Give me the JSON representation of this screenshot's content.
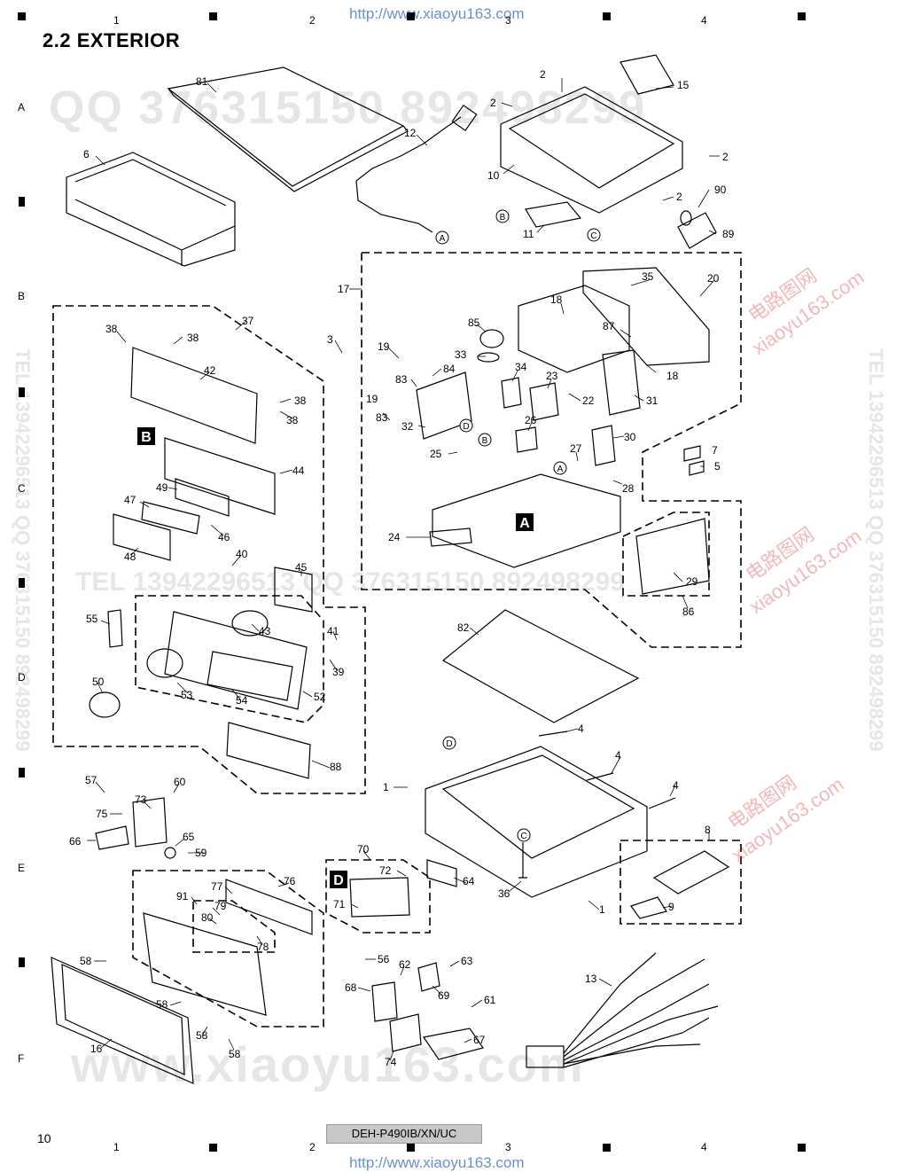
{
  "header": {
    "title": "2.2  EXTERIOR",
    "url": "http://www.xiaoyu163.com"
  },
  "footer": {
    "page_number": "10",
    "model": "DEH-P490IB/XN/UC",
    "url": "http://www.xiaoyu163.com"
  },
  "column_numbers": [
    "1",
    "2",
    "3",
    "4"
  ],
  "row_letters": [
    "A",
    "B",
    "C",
    "D",
    "E",
    "F"
  ],
  "watermarks": {
    "qq": "QQ 376315150  892498299",
    "tel_qq": "TEL  13942296513         QQ  376315150  892498299",
    "site": "www.xiaoyu163.com",
    "vertical_left": "TEL 13942296513  QQ 376315150  892498299",
    "vertical_right": "TEL 13942296513  QQ 376315150  892498299",
    "cn_1": "电路图网",
    "cn_2": "xiaoyu163.com"
  },
  "assembly_markers": {
    "A": "A",
    "B": "B",
    "D": "D"
  },
  "connector_refs": {
    "a": "A",
    "b": "B",
    "c": "C",
    "d": "D"
  },
  "part_labels": {
    "p81": "81",
    "p6": "6",
    "p12": "12",
    "p15": "15",
    "p10": "10",
    "p11": "11",
    "p90": "90",
    "p89": "89",
    "p17": "17",
    "p35": "35",
    "p20": "20",
    "p18a": "18",
    "p18b": "18",
    "p87": "87",
    "p85": "85",
    "p33": "33",
    "p34": "34",
    "p23": "23",
    "p22": "22",
    "p31": "31",
    "p26": "26",
    "p30": "30",
    "p27": "27",
    "p28": "28",
    "p3": "3",
    "p19a": "19",
    "p19b": "19",
    "p84": "84",
    "p83a": "83",
    "p83b": "83",
    "p32": "32",
    "p25": "25",
    "p24": "24",
    "p7": "7",
    "p5": "5",
    "p29": "29",
    "p86": "86",
    "p82": "82",
    "p37": "37",
    "p38a": "38",
    "p38b": "38",
    "p38c": "38",
    "p38d": "38",
    "p42": "42",
    "p44": "44",
    "p49": "49",
    "p47": "47",
    "p46": "46",
    "p48": "48",
    "p40": "40",
    "p45": "45",
    "p55": "55",
    "p43": "43",
    "p41": "41",
    "p39": "39",
    "p50": "50",
    "p53": "53",
    "p54": "54",
    "p52": "52",
    "p88": "88",
    "p4a": "4",
    "p4b": "4",
    "p4c": "4",
    "p1a": "1",
    "p1b": "1",
    "p36": "36",
    "p8": "8",
    "p9": "9",
    "p57": "57",
    "p73": "73",
    "p60": "60",
    "p75": "75",
    "p66": "66",
    "p65": "65",
    "p59": "59",
    "p70": "70",
    "p72": "72",
    "p71": "71",
    "p64": "64",
    "p91": "91",
    "p77": "77",
    "p76": "76",
    "p79": "79",
    "p80": "80",
    "p78": "78",
    "p58a": "58",
    "p58b": "58",
    "p58c": "58",
    "p58d": "58",
    "p56": "56",
    "p62": "62",
    "p63": "63",
    "p68": "68",
    "p69": "69",
    "p61": "61",
    "p67": "67",
    "p74": "74",
    "p13": "13",
    "p16": "16",
    "p2a": "2",
    "p2b": "2",
    "p2c": "2",
    "p2d": "2"
  }
}
